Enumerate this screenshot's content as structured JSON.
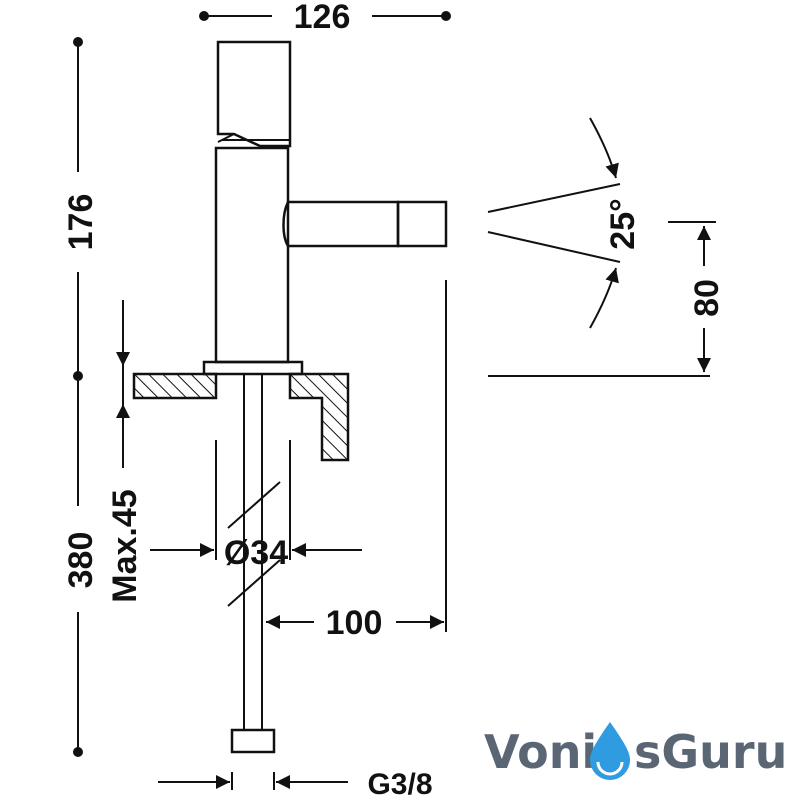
{
  "dimensions": {
    "width_top": "126",
    "height_upper": "176",
    "height_total": "380",
    "max_thickness": "Max.45",
    "diameter": "Ø34",
    "spout_reach": "100",
    "spray_angle": "25°",
    "spout_height": "80",
    "connection": "G3/8"
  },
  "watermark": {
    "text_left": "Voni",
    "text_right": "sGuru",
    "primary_color": "#5b6675",
    "accent_color": "#2f9be0"
  },
  "colors": {
    "line": "#111111",
    "background": "#ffffff"
  }
}
